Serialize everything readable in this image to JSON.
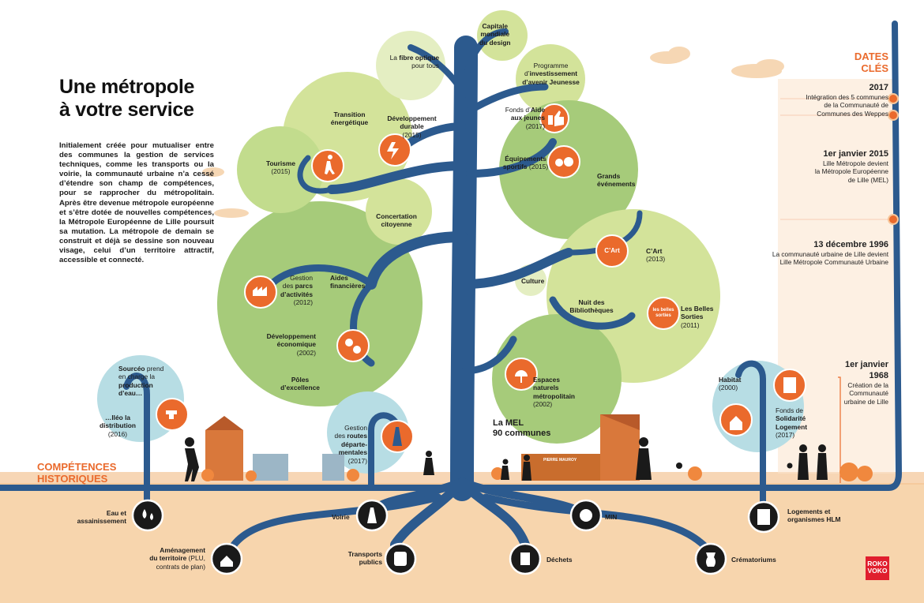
{
  "header": {
    "title_line1": "Une métropole",
    "title_line2": "à votre service",
    "intro": "Initialement créée pour mutualiser entre des communes la gestion de services techniques, comme les transports ou la voirie, la communauté urbaine n’a cessé d’étendre son champ de compétences, pour se rapprocher du métropolitain. Après être devenue métropole européenne et s’être dotée de nouvelles compétences, la Métropole Européenne de Lille poursuit sa mutation. La métropole de demain se construit et déjà se dessine son nouveau visage, celui d’un territoire attractif, accessible et connecté."
  },
  "colors": {
    "trunk": "#2c5a8e",
    "light_green": "#d3e39a",
    "mid_green": "#a6cb7a",
    "teal": "#b7dde4",
    "orange": "#ea6a2c",
    "ground": "#f7d5ad"
  },
  "branches": {
    "design": {
      "l1": "Capitale",
      "l2": "mondiale",
      "l3": "du design"
    },
    "fibre": {
      "pre": "La ",
      "bold": "fibre optique",
      "post": "pour tous"
    },
    "jeunesse": {
      "l1": "Programme",
      "l2": "d’",
      "bold1": "investissement",
      "bold2": "d’avenir Jeunesse"
    },
    "aide": {
      "pre": "Fonds d’",
      "bold1": "Aide",
      "bold2": "aux jeunes",
      "year": "(2017)",
      "icon": "thumbs-up-icon"
    },
    "transition": {
      "l1": "Transition",
      "l2": "énergétique"
    },
    "dev_durable": {
      "l1": "Développement",
      "l2": "durable",
      "year": "(2015)",
      "icon": "energy-icon"
    },
    "equipements": {
      "l1": "Équipements",
      "l2": "sportifs",
      "year": "(2015)",
      "icon": "sports-balls-icon"
    },
    "grands": {
      "l1": "Grands",
      "l2": "événements"
    },
    "tourisme": {
      "l1": "Tourisme",
      "year": "(2015)",
      "icon": "hiker-icon"
    },
    "concertation": {
      "l1": "Concertation",
      "l2": "citoyenne"
    },
    "cart": {
      "l1": "C’Art",
      "year": "(2013)",
      "icon": "cart-logo-icon",
      "icon_text": "C’Art"
    },
    "culture": {
      "l1": "Culture"
    },
    "parcs": {
      "l1": "Gestion",
      "pre": "des ",
      "bold1": "parcs",
      "bold2": "d’activités",
      "year": "(2012)",
      "icon": "factory-icon"
    },
    "aides_fin": {
      "l1": "Aides",
      "l2": "financières"
    },
    "nuit": {
      "l1": "Nuit des",
      "l2": "Bibliothèques"
    },
    "sorties": {
      "l1": "Les Belles",
      "l2": "Sorties",
      "year": "(2011)",
      "icon": "belles-sorties-icon",
      "icon_text": "les belles sorties"
    },
    "economique": {
      "l1": "Développement",
      "l2": "économique",
      "year": "(2002)",
      "icon": "gears-icon"
    },
    "poles": {
      "l1": "Pôles",
      "l2": "d’excellence"
    },
    "espaces": {
      "l1": "Espaces",
      "l2": "naturels",
      "l3": "métropolitain",
      "year": "(2002)",
      "icon": "tree-icon"
    },
    "sourceo": {
      "bold1": "Sourcéo",
      "post1": " prend",
      "l2": "en charge la",
      "bold2": "production",
      "bold3": "d’eau…",
      "icon": "tap-icon"
    },
    "distribution": {
      "l1": "…lléo la",
      "l2": "distribution",
      "year": "(2016)"
    },
    "routes": {
      "l1": "Gestion",
      "pre": "des ",
      "bold1": "routes",
      "bold2": "départe-",
      "bold3": "mentales",
      "year": "(2017)",
      "icon": "road-icon"
    },
    "mel": {
      "l1": "La MEL",
      "l2": "90 communes"
    },
    "habitat": {
      "l1": "Habitat",
      "year": "(2000)",
      "icon": "house-icon"
    },
    "solidarite": {
      "l1": "Fonds de",
      "bold1": "Solidarité",
      "bold2": "Logement",
      "year": "(2017)",
      "icon": "apartment-icon"
    }
  },
  "competences": {
    "title_l1": "COMPÉTENCES",
    "title_l2": "HISTORIQUES",
    "items": [
      {
        "label_l1": "Eau et",
        "label_l2": "assainissement",
        "icon": "water-drops-icon"
      },
      {
        "label_l1": "Aménagement",
        "label_l2": "du territoire",
        "label_l3": " (PLU,",
        "label_l4": "contrats de plan)",
        "icon": "planning-icon"
      },
      {
        "label_l1": "Voirie",
        "icon": "road-icon"
      },
      {
        "label_l1": "Transports",
        "label_l2": "publics",
        "icon": "bus-icon"
      },
      {
        "label_l1": "MIN",
        "icon": "lettuce-icon"
      },
      {
        "label_l1": "Déchets",
        "icon": "trash-icon"
      },
      {
        "label_l1": "Crématoriums",
        "icon": "urn-icon"
      },
      {
        "label_l1": "Logements et",
        "label_l2": "organismes HLM",
        "icon": "building-icon"
      }
    ]
  },
  "dates": {
    "title_l1": "DATES",
    "title_l2": "CLÉS",
    "items": [
      {
        "year": "2017",
        "text": [
          "Intégration des 5 communes",
          "de la Communauté de",
          "Communes des Weppes"
        ]
      },
      {
        "year": "1er janvier 2015",
        "text": [
          "Lille Métropole devient",
          "la Métropole Européenne",
          "de Lille (MEL)"
        ]
      },
      {
        "year": "13 décembre 1996",
        "text": [
          "La communauté urbaine de Lille devient",
          "Lille Métropole Communauté Urbaine"
        ]
      },
      {
        "year": "1er janvier",
        "year2": "1968",
        "text": [
          "Création de la",
          "Communauté",
          "urbaine de Lille"
        ]
      }
    ]
  },
  "scene": {
    "stadium_sign": "PIERRE MAUROY"
  },
  "logo": {
    "l1": "ROKO",
    "l2": "VOKO"
  }
}
